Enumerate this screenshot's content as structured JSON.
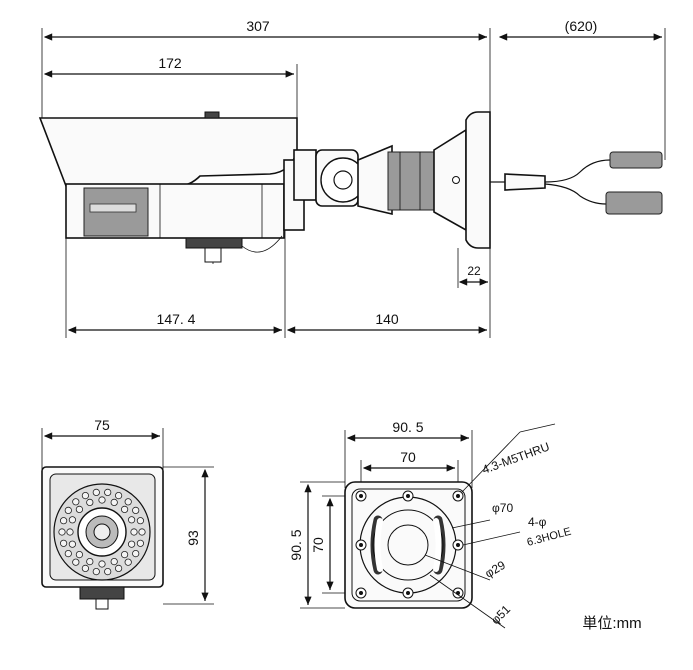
{
  "dimensions": {
    "overall_length": "307",
    "cable_length": "(620)",
    "hood_length": "172",
    "body_length": "147. 4",
    "bracket_length": "140",
    "bracket_offset": "22",
    "front_width": "75",
    "front_height": "93",
    "base_outer_width": "90. 5",
    "base_inner_width": "70",
    "base_outer_height": "90. 5",
    "base_inner_height": "70"
  },
  "annotations": {
    "thru_holes": "4.3-M5THRU",
    "dia_70": "φ70",
    "dia_29": "φ29",
    "dia_51": "φ51",
    "hole_count": "4-φ",
    "hole_size": "6.3HOLE"
  },
  "unit_label": "単位:mm"
}
